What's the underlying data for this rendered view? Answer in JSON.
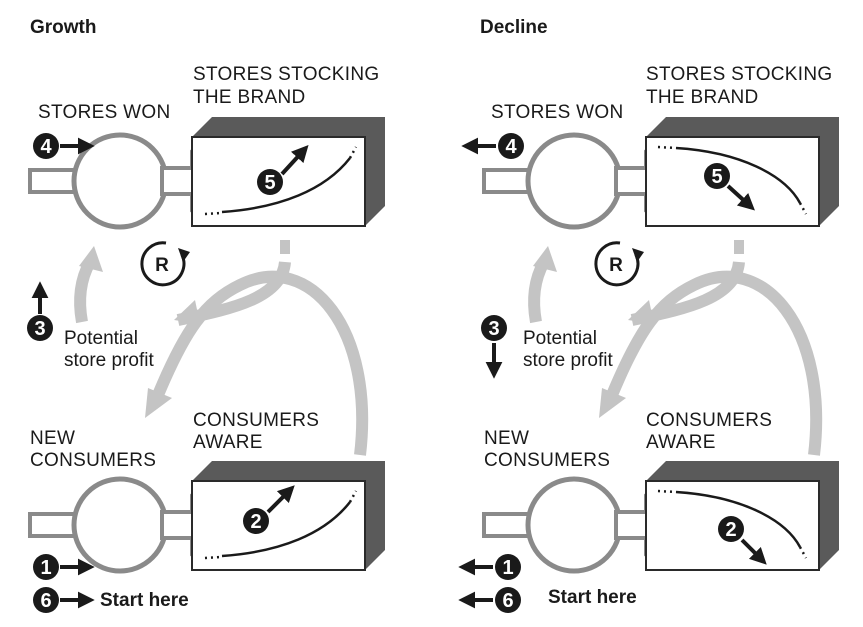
{
  "panels": {
    "growth": {
      "title": "Growth",
      "stock_top_label_1": "STORES STOCKING",
      "stock_top_label_2": "THE BRAND",
      "flow_top_label": "STORES WON",
      "potential_label_1": "Potential",
      "potential_label_2": "store profit",
      "flow_bottom_label_1": "NEW",
      "flow_bottom_label_2": "CONSUMERS",
      "stock_bottom_label_1": "CONSUMERS",
      "stock_bottom_label_2": "AWARE",
      "start_label": "Start here",
      "loop_label": "R",
      "trend": "up",
      "badges": [
        "1",
        "2",
        "3",
        "4",
        "5",
        "6"
      ]
    },
    "decline": {
      "title": "Decline",
      "stock_top_label_1": "STORES STOCKING",
      "stock_top_label_2": "THE BRAND",
      "flow_top_label": "STORES WON",
      "potential_label_1": "Potential",
      "potential_label_2": "store profit",
      "flow_bottom_label_1": "NEW",
      "flow_bottom_label_2": "CONSUMERS",
      "stock_bottom_label_1": "CONSUMERS",
      "stock_bottom_label_2": "AWARE",
      "start_label": "Start here",
      "loop_label": "R",
      "trend": "down",
      "badges": [
        "1",
        "2",
        "3",
        "4",
        "5",
        "6"
      ]
    }
  },
  "colors": {
    "ink": "#1a1a1a",
    "box_shadow": "#5a5a5a",
    "pipe_gray": "#8a8a8a",
    "link_gray": "#c4c4c4",
    "badge_fill": "#1a1a1a"
  }
}
